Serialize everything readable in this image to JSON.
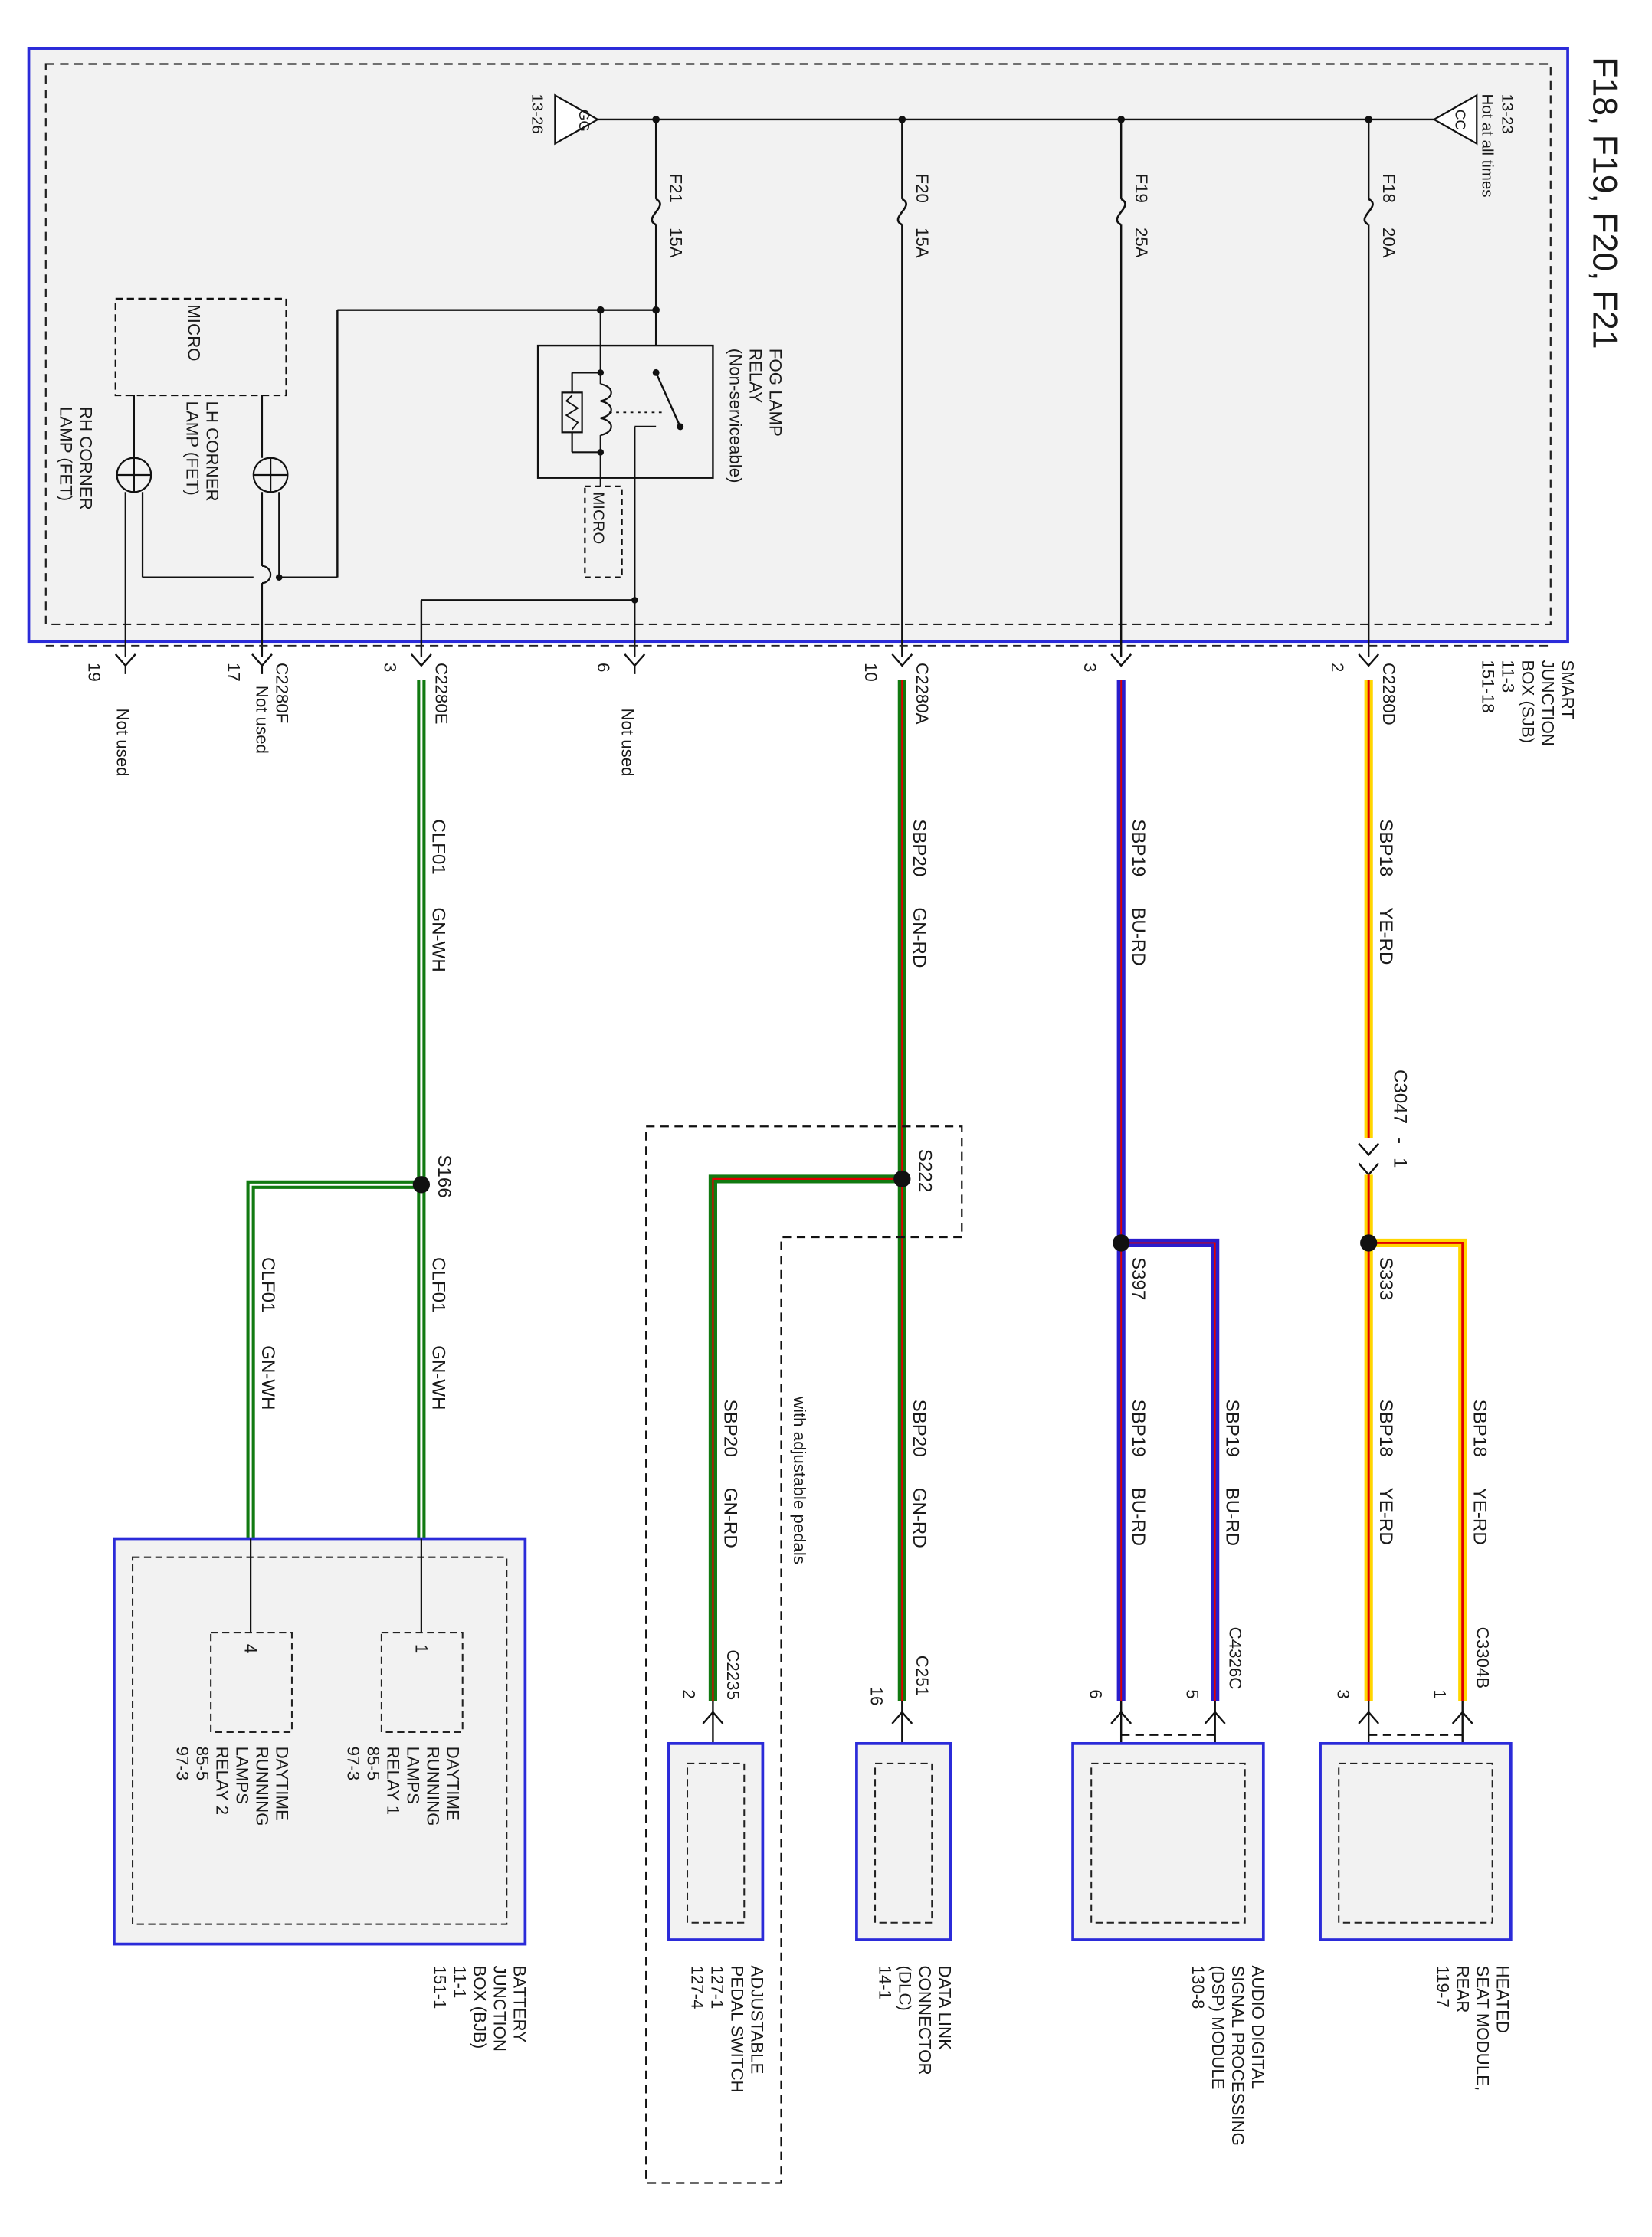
{
  "title": "F18, F19, F20, F21",
  "colors": {
    "module_border": "#2b2bd9",
    "module_fill": "#f2f2f2",
    "wire_yellow": "#ffd600",
    "wire_red": "#e00000",
    "wire_blue": "#2a1ccc",
    "wire_green": "#117a11",
    "wire_white": "#ffffff"
  },
  "sjb": {
    "name_lines": [
      "SMART",
      "JUNCTION",
      "BOX (SJB)",
      "11-3",
      "151-18"
    ],
    "power_flag": "CC",
    "power_ref": "13-23",
    "power_note": "Hot at all times",
    "ground_flag": "GG",
    "ground_ref": "13-26",
    "fuses": [
      {
        "id": "F18",
        "rating": "20A"
      },
      {
        "id": "F19",
        "rating": "25A"
      },
      {
        "id": "F20",
        "rating": "15A"
      },
      {
        "id": "F21",
        "rating": "15A"
      }
    ],
    "relay_lines": [
      "FOG LAMP",
      "RELAY",
      "(Non-serviceable)"
    ],
    "micro_label": "MICRO",
    "lh_corner_lines": [
      "LH CORNER",
      "LAMP (FET)"
    ],
    "rh_corner_lines": [
      "RH CORNER",
      "LAMP (FET)"
    ]
  },
  "connectors": {
    "c2280d": "C2280D",
    "pin_d": "2",
    "c2280a": "C2280A",
    "pin_a": "10",
    "c2280e": "C2280E",
    "pin_e": "3",
    "c2280f": "C2280F",
    "pin_f17": "17",
    "pin_f19": "19",
    "pin_b3": "3",
    "pin_b6": "6",
    "not_used": "Not used"
  },
  "circuits": {
    "sbp18": "SBP18",
    "sbp19": "SBP19",
    "sbp20": "SBP20",
    "clf01": "CLF01",
    "ye_rd": "YE-RD",
    "bu_rd": "BU-RD",
    "gn_rd": "GN-RD",
    "gn_wh": "GN-WH"
  },
  "splices": {
    "s333": "S333",
    "s397": "S397",
    "s222": "S222",
    "s166": "S166",
    "inline": "C3047",
    "inline_pin": "1"
  },
  "option_note": "with adjustable pedals",
  "bottom_connectors": {
    "c3304b": "C3304B",
    "c3304b_p1": "1",
    "c3304b_p3": "3",
    "c4326c": "C4326C",
    "c4326c_p5": "5",
    "c4326c_p6": "6",
    "c251": "C251",
    "c251_p16": "16",
    "c2235": "C2235",
    "c2235_p2": "2"
  },
  "modules": {
    "heated_seat_lines": [
      "HEATED",
      "SEAT MODULE,",
      "REAR",
      "119-7"
    ],
    "dsp_lines": [
      "AUDIO DIGITAL",
      "SIGNAL PROCESSING",
      "(DSP) MODULE",
      "130-8"
    ],
    "dlc_lines": [
      "DATA LINK",
      "CONNECTOR",
      "(DLC)",
      "14-1"
    ],
    "pedal_lines": [
      "ADJUSTABLE",
      "PEDAL SWITCH",
      "127-1",
      "127-4"
    ],
    "bjb_lines": [
      "BATTERY",
      "JUNCTION",
      "BOX (BJB)",
      "11-1",
      "151-1"
    ],
    "relay1_pin": "1",
    "relay1_lines": [
      "DAYTIME",
      "RUNNING",
      "LAMPS",
      "RELAY 1",
      "85-5",
      "97-3"
    ],
    "relay2_pin": "4",
    "relay2_lines": [
      "DAYTIME",
      "RUNNING",
      "LAMPS",
      "RELAY 2",
      "85-5",
      "97-3"
    ]
  }
}
